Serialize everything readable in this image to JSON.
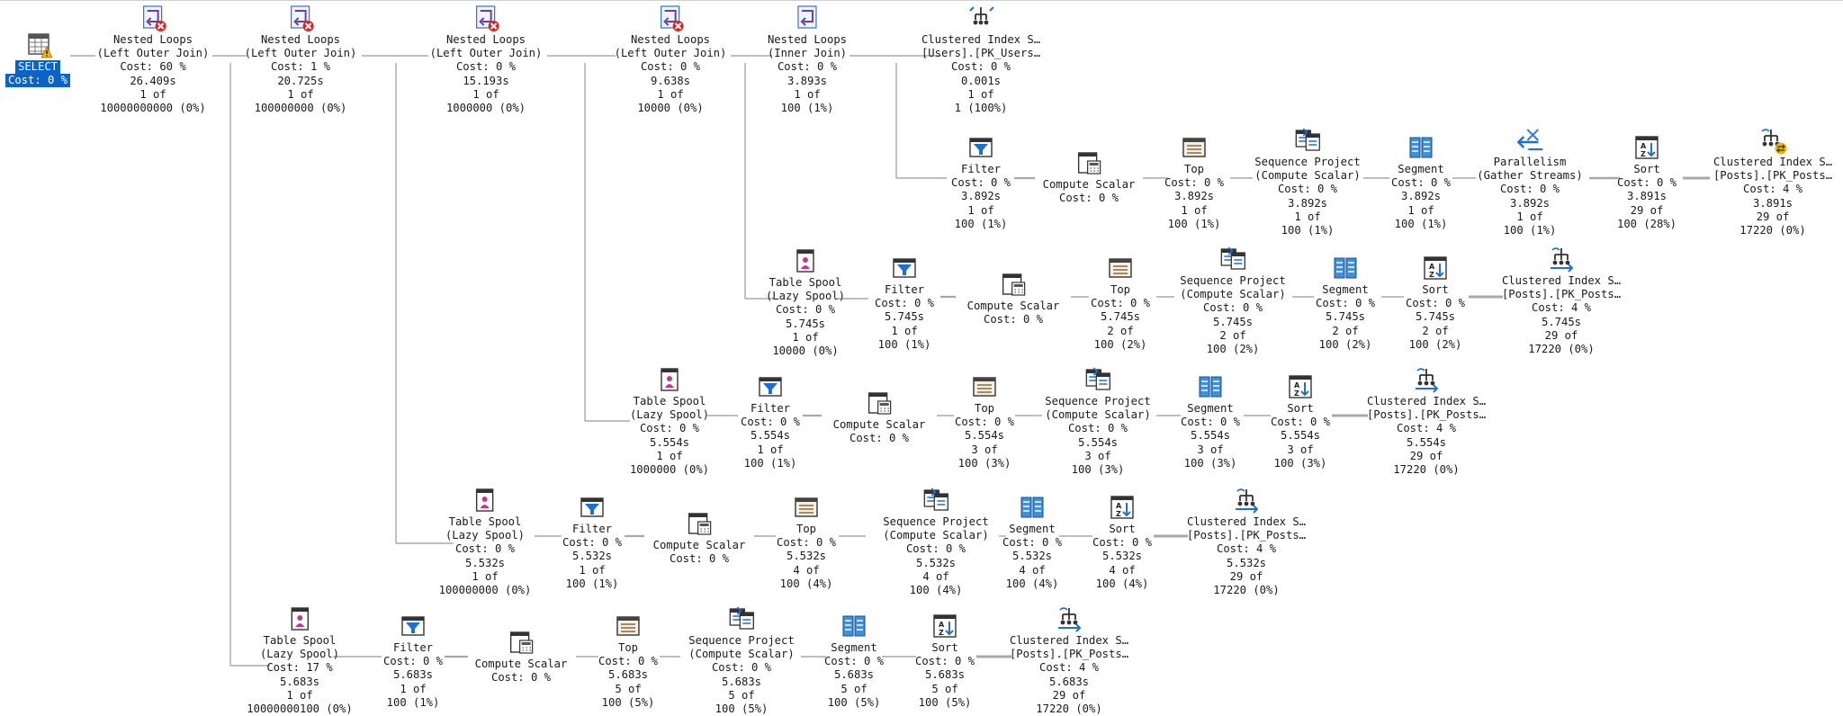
{
  "colors": {
    "selected_bg": "#0a64c8",
    "link": "#a8a8a8",
    "filter": "#1f6fd0",
    "spool": "#c2388f",
    "warn": "#f0b400",
    "error": "#d9261c"
  },
  "operators": [
    {
      "id": "select",
      "icon": "select-icon",
      "lines": [
        "SELECT",
        "Cost: 0 %"
      ]
    },
    {
      "id": "nl1",
      "icon": "nested-loops-icon",
      "lines": [
        "Nested Loops",
        "(Left Outer Join)",
        "Cost: 60 %",
        "26.409s",
        "1 of",
        "10000000000 (0%)"
      ]
    },
    {
      "id": "nl2",
      "icon": "nested-loops-icon",
      "lines": [
        "Nested Loops",
        "(Left Outer Join)",
        "Cost: 1 %",
        "20.725s",
        "1 of",
        "100000000 (0%)"
      ]
    },
    {
      "id": "nl3",
      "icon": "nested-loops-icon",
      "lines": [
        "Nested Loops",
        "(Left Outer Join)",
        "Cost: 0 %",
        "15.193s",
        "1 of",
        "1000000 (0%)"
      ]
    },
    {
      "id": "nl4",
      "icon": "nested-loops-icon",
      "lines": [
        "Nested Loops",
        "(Left Outer Join)",
        "Cost: 0 %",
        "9.638s",
        "1 of",
        "10000 (0%)"
      ]
    },
    {
      "id": "nl5",
      "icon": "nested-loops-inner-icon",
      "lines": [
        "Nested Loops",
        "(Inner Join)",
        "Cost: 0 %",
        "3.893s",
        "1 of",
        "100 (1%)"
      ]
    },
    {
      "id": "ci-users",
      "icon": "clustered-index-seek-icon",
      "lines": [
        "Clustered Index S…",
        "[Users].[PK_Users…",
        "Cost: 0 %",
        "0.001s",
        "1 of",
        "1 (100%)"
      ]
    },
    {
      "id": "r1-filter",
      "icon": "filter-icon",
      "lines": [
        "Filter",
        "Cost: 0 %",
        "3.892s",
        "1 of",
        "100 (1%)"
      ]
    },
    {
      "id": "r1-cs",
      "icon": "compute-scalar-icon",
      "lines": [
        "Compute Scalar",
        "Cost: 0 %"
      ]
    },
    {
      "id": "r1-top",
      "icon": "top-icon",
      "lines": [
        "Top",
        "Cost: 0 %",
        "3.892s",
        "1 of",
        "100 (1%)"
      ]
    },
    {
      "id": "r1-seq",
      "icon": "sequence-project-icon",
      "lines": [
        "Sequence Project",
        "(Compute Scalar)",
        "Cost: 0 %",
        "3.892s",
        "1 of",
        "100 (1%)"
      ]
    },
    {
      "id": "r1-seg",
      "icon": "segment-icon",
      "lines": [
        "Segment",
        "Cost: 0 %",
        "3.892s",
        "1 of",
        "100 (1%)"
      ]
    },
    {
      "id": "r1-par",
      "icon": "parallelism-icon",
      "lines": [
        "Parallelism",
        "(Gather Streams)",
        "Cost: 0 %",
        "3.892s",
        "1 of",
        "100 (1%)"
      ]
    },
    {
      "id": "r1-sort",
      "icon": "sort-icon",
      "lines": [
        "Sort",
        "Cost: 0 %",
        "3.891s",
        "29 of",
        "100 (28%)"
      ]
    },
    {
      "id": "r1-ci",
      "icon": "clustered-index-scan-parallel-icon",
      "lines": [
        "Clustered Index S…",
        "[Posts].[PK_Posts…",
        "Cost: 4 %",
        "3.891s",
        "29 of",
        "17220 (0%)"
      ]
    },
    {
      "id": "r2-spool",
      "icon": "table-spool-icon",
      "lines": [
        "Table Spool",
        "(Lazy Spool)",
        "Cost: 0 %",
        "5.745s",
        "1 of",
        "10000 (0%)"
      ]
    },
    {
      "id": "r2-filter",
      "icon": "filter-icon",
      "lines": [
        "Filter",
        "Cost: 0 %",
        "5.745s",
        "1 of",
        "100 (1%)"
      ]
    },
    {
      "id": "r2-cs",
      "icon": "compute-scalar-icon",
      "lines": [
        "Compute Scalar",
        "Cost: 0 %"
      ]
    },
    {
      "id": "r2-top",
      "icon": "top-icon",
      "lines": [
        "Top",
        "Cost: 0 %",
        "5.745s",
        "2 of",
        "100 (2%)"
      ]
    },
    {
      "id": "r2-seq",
      "icon": "sequence-project-icon",
      "lines": [
        "Sequence Project",
        "(Compute Scalar)",
        "Cost: 0 %",
        "5.745s",
        "2 of",
        "100 (2%)"
      ]
    },
    {
      "id": "r2-seg",
      "icon": "segment-icon",
      "lines": [
        "Segment",
        "Cost: 0 %",
        "5.745s",
        "2 of",
        "100 (2%)"
      ]
    },
    {
      "id": "r2-sort",
      "icon": "sort-icon",
      "lines": [
        "Sort",
        "Cost: 0 %",
        "5.745s",
        "2 of",
        "100 (2%)"
      ]
    },
    {
      "id": "r2-ci",
      "icon": "clustered-index-scan-icon",
      "lines": [
        "Clustered Index S…",
        "[Posts].[PK_Posts…",
        "Cost: 4 %",
        "5.745s",
        "29 of",
        "17220 (0%)"
      ]
    },
    {
      "id": "r3-spool",
      "icon": "table-spool-icon",
      "lines": [
        "Table Spool",
        "(Lazy Spool)",
        "Cost: 0 %",
        "5.554s",
        "1 of",
        "1000000 (0%)"
      ]
    },
    {
      "id": "r3-filter",
      "icon": "filter-icon",
      "lines": [
        "Filter",
        "Cost: 0 %",
        "5.554s",
        "1 of",
        "100 (1%)"
      ]
    },
    {
      "id": "r3-cs",
      "icon": "compute-scalar-icon",
      "lines": [
        "Compute Scalar",
        "Cost: 0 %"
      ]
    },
    {
      "id": "r3-top",
      "icon": "top-icon",
      "lines": [
        "Top",
        "Cost: 0 %",
        "5.554s",
        "3 of",
        "100 (3%)"
      ]
    },
    {
      "id": "r3-seq",
      "icon": "sequence-project-icon",
      "lines": [
        "Sequence Project",
        "(Compute Scalar)",
        "Cost: 0 %",
        "5.554s",
        "3 of",
        "100 (3%)"
      ]
    },
    {
      "id": "r3-seg",
      "icon": "segment-icon",
      "lines": [
        "Segment",
        "Cost: 0 %",
        "5.554s",
        "3 of",
        "100 (3%)"
      ]
    },
    {
      "id": "r3-sort",
      "icon": "sort-icon",
      "lines": [
        "Sort",
        "Cost: 0 %",
        "5.554s",
        "3 of",
        "100 (3%)"
      ]
    },
    {
      "id": "r3-ci",
      "icon": "clustered-index-scan-icon",
      "lines": [
        "Clustered Index S…",
        "[Posts].[PK_Posts…",
        "Cost: 4 %",
        "5.554s",
        "29 of",
        "17220 (0%)"
      ]
    },
    {
      "id": "r4-spool",
      "icon": "table-spool-icon",
      "lines": [
        "Table Spool",
        "(Lazy Spool)",
        "Cost: 0 %",
        "5.532s",
        "1 of",
        "100000000 (0%)"
      ]
    },
    {
      "id": "r4-filter",
      "icon": "filter-icon",
      "lines": [
        "Filter",
        "Cost: 0 %",
        "5.532s",
        "1 of",
        "100 (1%)"
      ]
    },
    {
      "id": "r4-cs",
      "icon": "compute-scalar-icon",
      "lines": [
        "Compute Scalar",
        "Cost: 0 %"
      ]
    },
    {
      "id": "r4-top",
      "icon": "top-icon",
      "lines": [
        "Top",
        "Cost: 0 %",
        "5.532s",
        "4 of",
        "100 (4%)"
      ]
    },
    {
      "id": "r4-seq",
      "icon": "sequence-project-icon",
      "lines": [
        "Sequence Project",
        "(Compute Scalar)",
        "Cost: 0 %",
        "5.532s",
        "4 of",
        "100 (4%)"
      ]
    },
    {
      "id": "r4-seg",
      "icon": "segment-icon",
      "lines": [
        "Segment",
        "Cost: 0 %",
        "5.532s",
        "4 of",
        "100 (4%)"
      ]
    },
    {
      "id": "r4-sort",
      "icon": "sort-icon",
      "lines": [
        "Sort",
        "Cost: 0 %",
        "5.532s",
        "4 of",
        "100 (4%)"
      ]
    },
    {
      "id": "r4-ci",
      "icon": "clustered-index-scan-icon",
      "lines": [
        "Clustered Index S…",
        "[Posts].[PK_Posts…",
        "Cost: 4 %",
        "5.532s",
        "29 of",
        "17220 (0%)"
      ]
    },
    {
      "id": "r5-spool",
      "icon": "table-spool-icon",
      "lines": [
        "Table Spool",
        "(Lazy Spool)",
        "Cost: 17 %",
        "5.683s",
        "1 of",
        "10000000100 (0%)"
      ]
    },
    {
      "id": "r5-filter",
      "icon": "filter-icon",
      "lines": [
        "Filter",
        "Cost: 0 %",
        "5.683s",
        "1 of",
        "100 (1%)"
      ]
    },
    {
      "id": "r5-cs",
      "icon": "compute-scalar-icon",
      "lines": [
        "Compute Scalar",
        "Cost: 0 %"
      ]
    },
    {
      "id": "r5-top",
      "icon": "top-icon",
      "lines": [
        "Top",
        "Cost: 0 %",
        "5.683s",
        "5 of",
        "100 (5%)"
      ]
    },
    {
      "id": "r5-seq",
      "icon": "sequence-project-icon",
      "lines": [
        "Sequence Project",
        "(Compute Scalar)",
        "Cost: 0 %",
        "5.683s",
        "5 of",
        "100 (5%)"
      ]
    },
    {
      "id": "r5-seg",
      "icon": "segment-icon",
      "lines": [
        "Segment",
        "Cost: 0 %",
        "5.683s",
        "5 of",
        "100 (5%)"
      ]
    },
    {
      "id": "r5-sort",
      "icon": "sort-icon",
      "lines": [
        "Sort",
        "Cost: 0 %",
        "5.683s",
        "5 of",
        "100 (5%)"
      ]
    },
    {
      "id": "r5-ci",
      "icon": "clustered-index-scan-icon",
      "lines": [
        "Clustered Index S…",
        "[Posts].[PK_Posts…",
        "Cost: 4 %",
        "5.683s",
        "29 of",
        "17220 (0%)"
      ]
    }
  ]
}
